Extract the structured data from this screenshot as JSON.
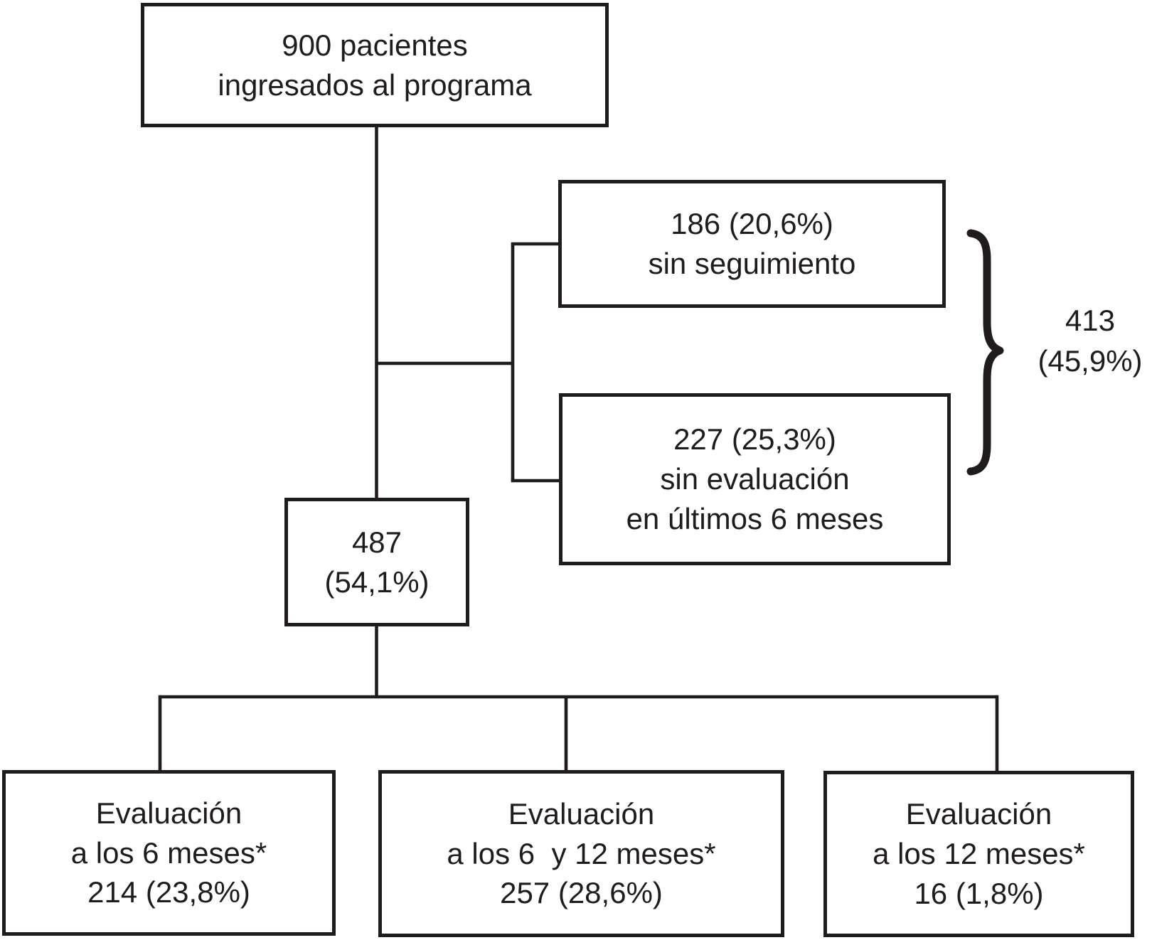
{
  "figure": {
    "colors": {
      "ink": "#1f1c1b",
      "background": "#ffffff"
    },
    "nodes": {
      "total": "900 pacientes\ningresados al programa",
      "no_followup": "186 (20,6%)\nsin seguimiento",
      "no_evaluation": "227 (25,3%)\nsin evaluación\nen últimos 6 meses",
      "followed": "487\n(54,1%)",
      "eval_6m": "Evaluación\na los 6 meses*\n214 (23,8%)",
      "eval_6_12m": "Evaluación\na los 6  y 12 meses*\n257 (28,6%)",
      "eval_12m": "Evaluación\na los 12 meses*\n16 (1,8%)",
      "lost_total": "413\n(45,9%)"
    }
  }
}
